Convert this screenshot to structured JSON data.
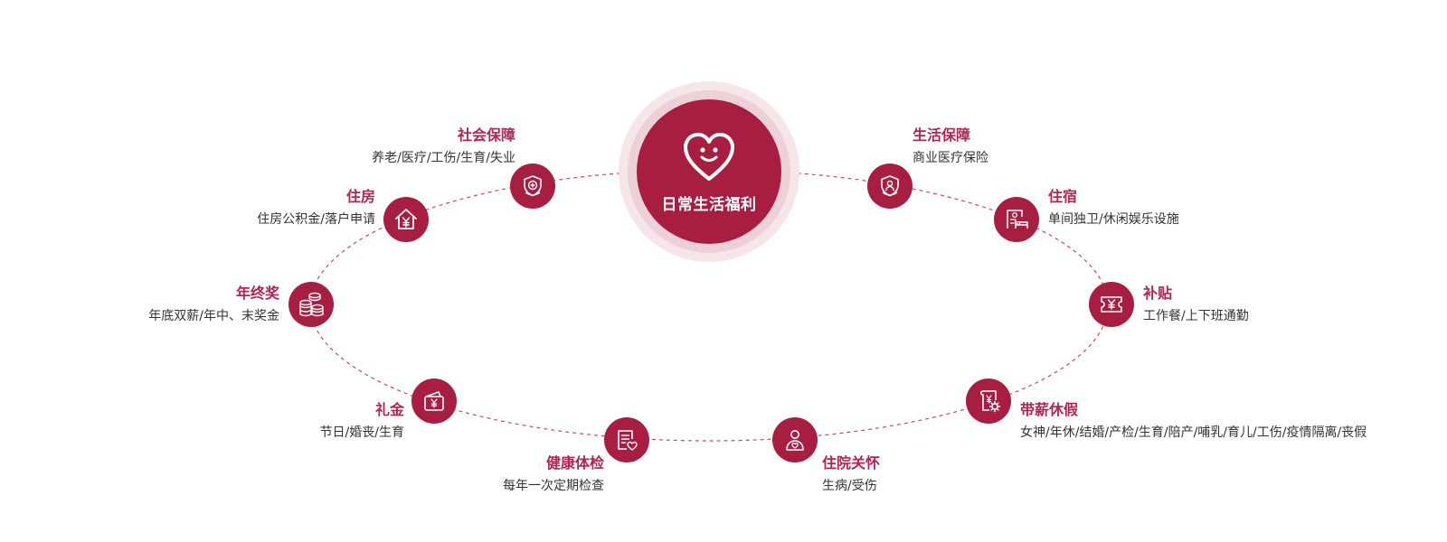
{
  "center": {
    "title": "日常生活福利",
    "icon": "heart-smile-icon"
  },
  "colors": {
    "accent": "#a81e41",
    "label": "#b52451",
    "text": "#333333",
    "halo_outer": "#f6e6ea",
    "halo_inner": "#ecd1d8"
  },
  "benefits": [
    {
      "id": "social",
      "title": "社会保障",
      "desc": "养老/医疗/工伤/生育/失业",
      "icon": "shield-cross-icon"
    },
    {
      "id": "housing",
      "title": "住房",
      "desc": "住房公积金/落户申请",
      "icon": "house-yuan-icon"
    },
    {
      "id": "bonus",
      "title": "年终奖",
      "desc": "年底双薪/年中、末奖金",
      "icon": "coins-icon"
    },
    {
      "id": "gift",
      "title": "礼金",
      "desc": "节日/婚丧/生育",
      "icon": "wallet-yuan-icon"
    },
    {
      "id": "checkup",
      "title": "健康体检",
      "desc": "每年一次定期检查",
      "icon": "report-heart-icon"
    },
    {
      "id": "hospital",
      "title": "住院关怀",
      "desc": "生病/受伤",
      "icon": "person-heart-icon"
    },
    {
      "id": "leave",
      "title": "带薪休假",
      "desc": "女神/年休/结婚/产检/生育/陪产/哺乳/育儿/工伤/疫情隔离/丧假",
      "icon": "scroll-gear-icon"
    },
    {
      "id": "allowance",
      "title": "补贴",
      "desc": "工作餐/上下班通勤",
      "icon": "ticket-yuan-icon"
    },
    {
      "id": "dorm",
      "title": "住宿",
      "desc": "单间独卫/休闲娱乐设施",
      "icon": "building-bed-icon"
    },
    {
      "id": "life",
      "title": "生活保障",
      "desc": "商业医疗保险",
      "icon": "shield-person-icon"
    }
  ]
}
